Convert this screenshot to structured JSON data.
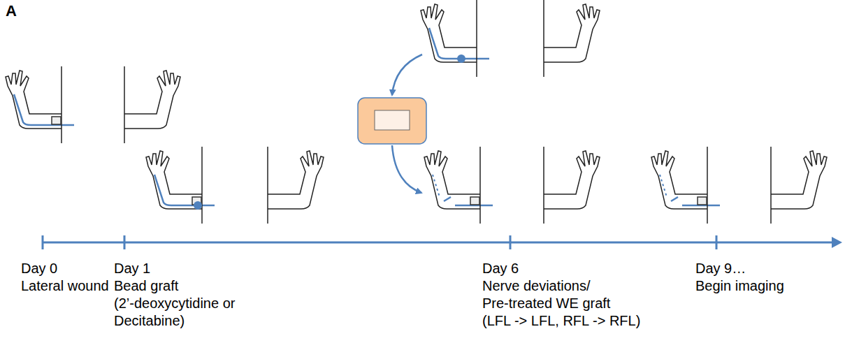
{
  "diagram": {
    "labels": [
      "A",
      "Day 0",
      "Lateral wound",
      "Day 1",
      "Bead graft",
      "(2’-deoxycytidine or Decitabine)",
      "Day 6",
      "Nerve deviations/",
      "Pre-treated WE graft",
      "(LFL -> LFL, RFL -> RFL)",
      "Day 9…",
      "Begin imaging"
    ]
  }
}
